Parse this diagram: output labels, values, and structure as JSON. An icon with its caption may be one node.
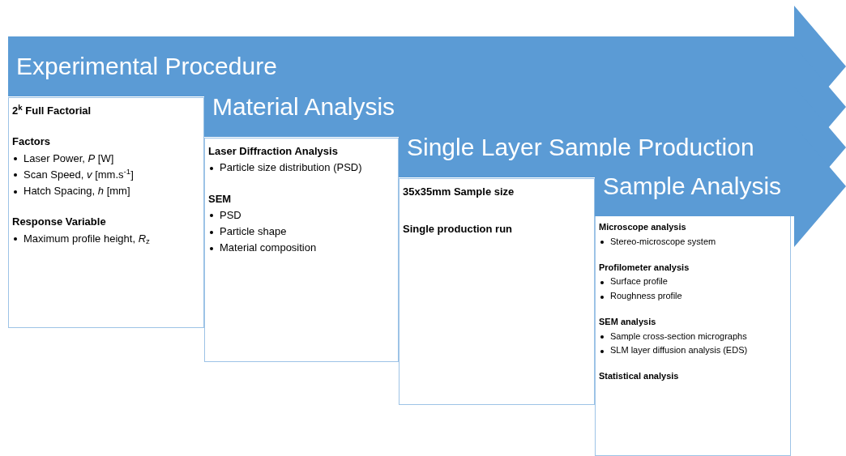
{
  "diagram": {
    "nodes": [
      {
        "text": [
          "Experimental Procedure"
        ]
      },
      {
        "text": [
          "2$^{k}$ Full Factorial",
          "Factors",
          "Laser Power, *P* [W]",
          "Scan Speed, *v* [mm.s$^{-1}$]",
          "Hatch Spacing, *h* [mm]",
          "Response Variable",
          "Maximum profile height, *R*$_{z}$"
        ]
      },
      {
        "text": [
          "Material Analysis"
        ]
      },
      {
        "text": [
          "Laser Diffraction Analysis",
          "Particle size distribution (PSD)",
          "SEM",
          "PSD",
          "Particle shape",
          "Material composition"
        ]
      },
      {
        "text": [
          "Single Layer Sample Production"
        ]
      },
      {
        "text": [
          "35x35mm Sample size",
          "Single production run"
        ]
      },
      {
        "text": [
          "Sample Analysis"
        ]
      },
      {
        "text": [
          "Microscope analysis",
          "Stereo-microscope system",
          "Profilometer analysis",
          "Surface profile",
          "Roughness profile",
          "SEM analysis",
          "Sample cross-section micrographs",
          "SLM layer diffusion analysis (EDS)",
          "Statistical analysis"
        ]
      }
    ],
    "edges": []
  }
}
